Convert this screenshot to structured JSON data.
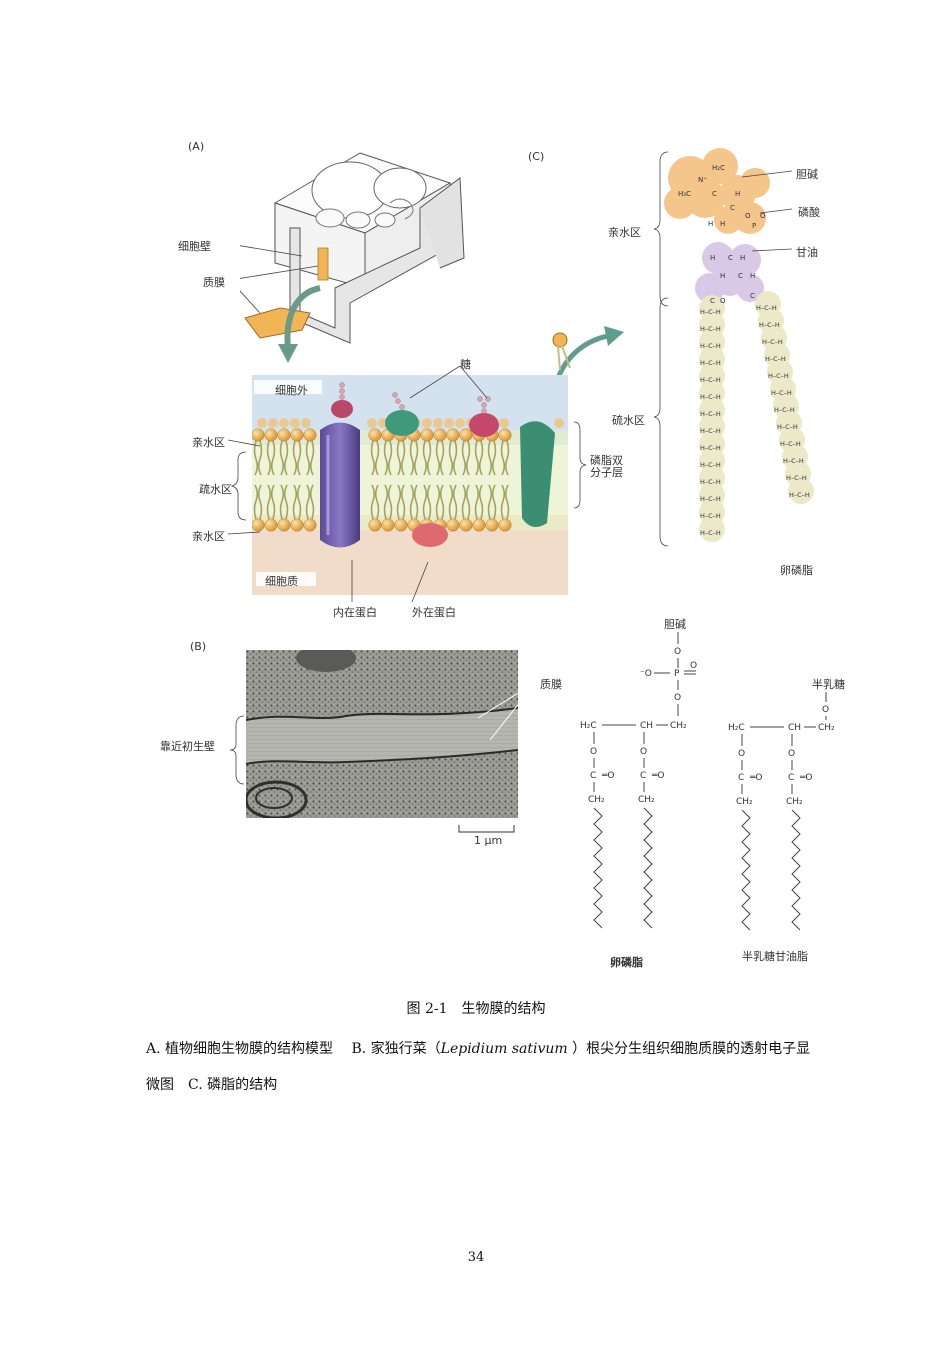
{
  "panels": {
    "a": {
      "tag": "(A)",
      "cell_wall": "细胞壁",
      "plasma_membrane": "质膜"
    },
    "membrane_model": {
      "outside": "细胞外",
      "cytoplasm": "细胞质",
      "sugar": "糖",
      "hydrophilic_top": "亲水区",
      "hydrophobic": "疏水区",
      "hydrophilic_bottom": "亲水区",
      "bilayer": [
        "磷脂双",
        "分子层"
      ],
      "integral_protein": "内在蛋白",
      "peripheral_protein": "外在蛋白"
    },
    "b": {
      "tag": "(B)",
      "primary_wall": "靠近初生壁",
      "plasma_membrane": "质膜",
      "scale": "1 μm"
    },
    "c": {
      "tag": "(C)",
      "choline": "胆碱",
      "phosphate": "磷酸",
      "glycerol": "甘油",
      "hydrophilic": "亲水区",
      "hydrophobic": "硫水区",
      "lecithin": "卵磷脂"
    },
    "formulas": {
      "choline": "胆碱",
      "galactose": "半乳糖",
      "lecithin": "卵磷脂",
      "galactolipid": "半乳糖甘油脂"
    }
  },
  "caption": {
    "title": "图 2-1　生物膜的结构",
    "line1_a": "A. 植物细胞生物膜的结构模型　 B. 家独行菜（",
    "line1_species": "Lepidium sativum",
    "line1_b": " ）根尖分生组织细胞质膜的透射电子显",
    "line2": "微图　C. 磷脂的结构"
  },
  "page_number": "34",
  "colors": {
    "head": "#f2b555",
    "tail": "#d9cf9a",
    "protein_purple": "#7a66b4",
    "protein_green": "#3e9a7a",
    "protein_red": "#c8506a",
    "phospho": "#f5c485",
    "glycerol_purple": "#d9c6e6",
    "tail_beige": "#ece8c6"
  }
}
